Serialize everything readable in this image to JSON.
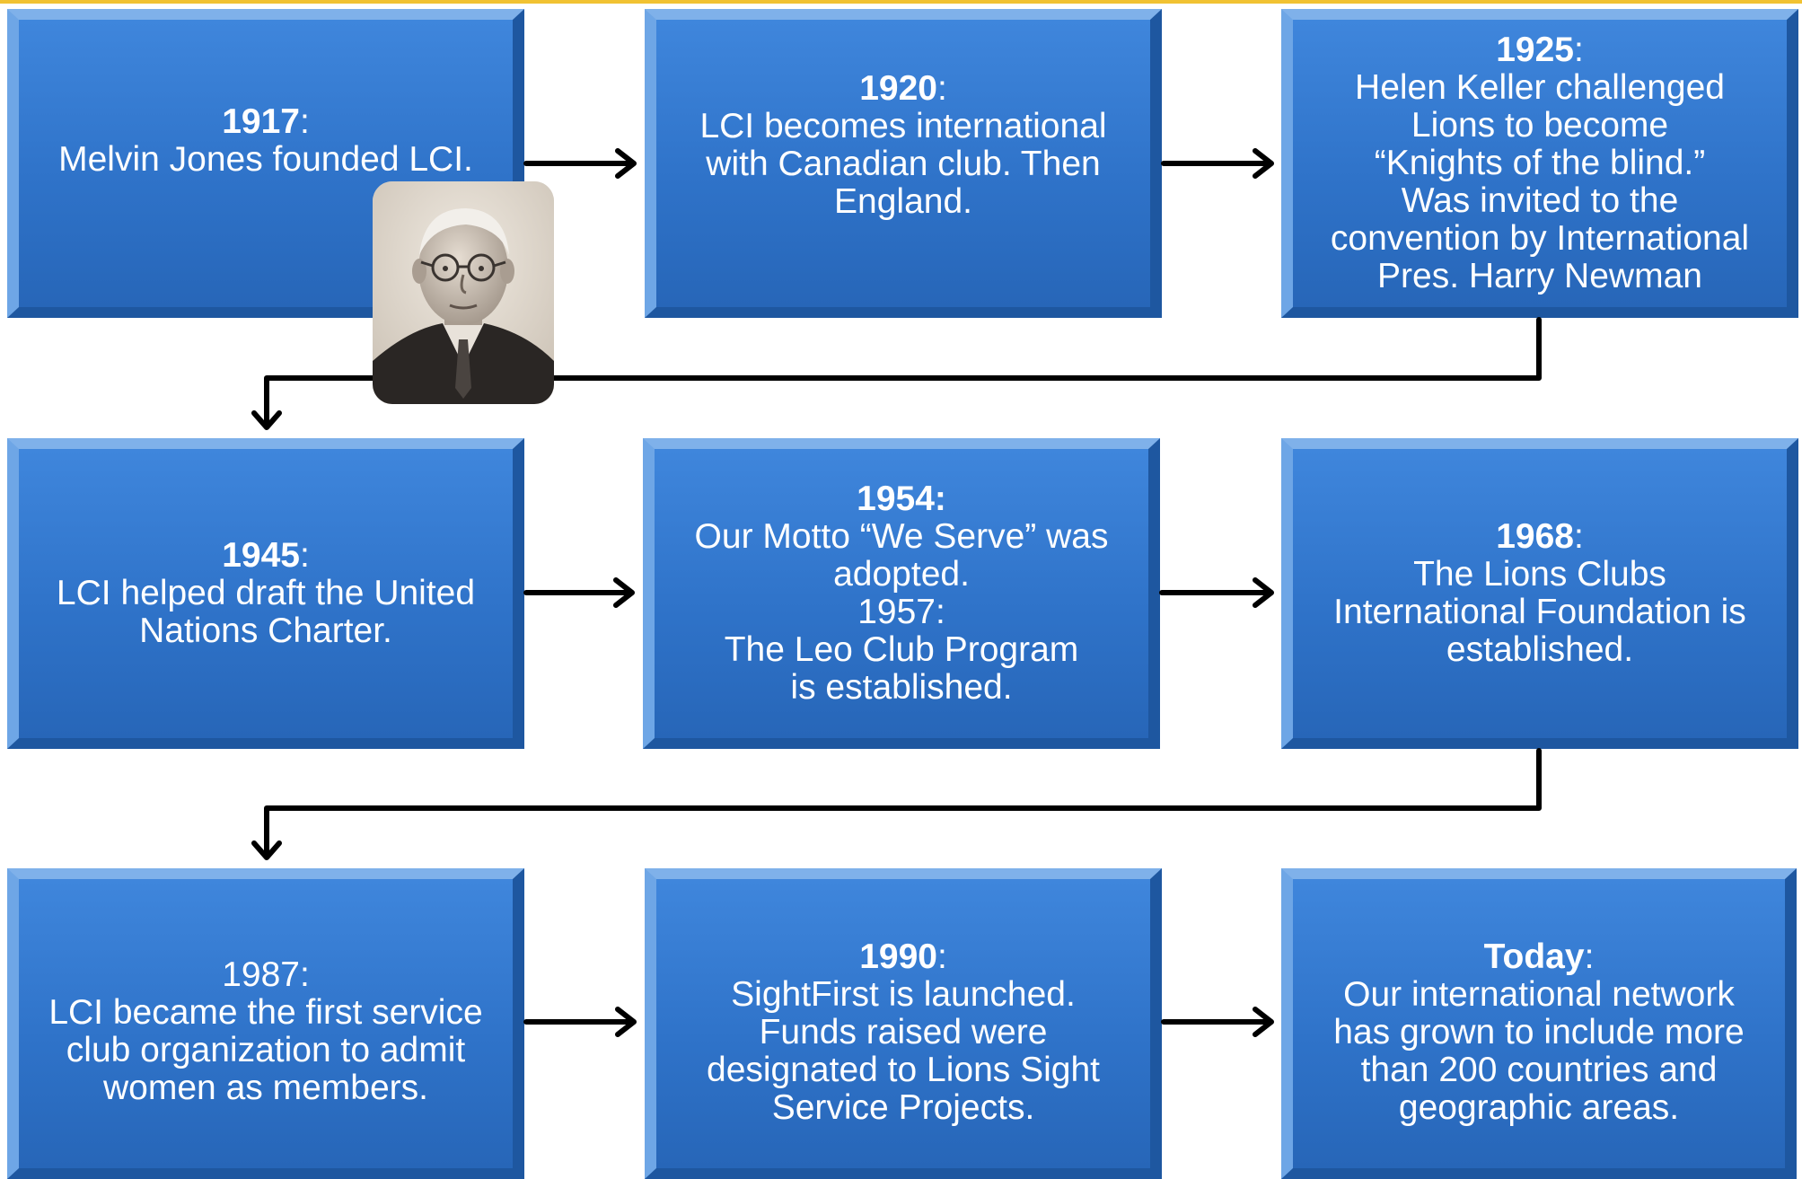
{
  "boxes": [
    {
      "year": "1917",
      "suffix": ":",
      "text": [
        "Melvin Jones founded LCI."
      ]
    },
    {
      "year": "1920",
      "suffix": ":",
      "text": [
        "LCI becomes international",
        "with Canadian club. Then",
        "England."
      ]
    },
    {
      "year": "1925",
      "suffix": ":",
      "text": [
        "Helen Keller challenged",
        "Lions to become",
        "“Knights of the blind.”",
        "Was invited to the",
        "convention by International",
        "Pres. Harry Newman"
      ]
    },
    {
      "year": "1945",
      "suffix": ":",
      "text": [
        "LCI helped draft the United",
        "Nations Charter."
      ]
    },
    {
      "year": "1954:",
      "suffix": "",
      "text": [
        "Our Motto “We Serve” was",
        "adopted.",
        "1957:",
        "The Leo Club Program",
        "is established."
      ]
    },
    {
      "year": "1968",
      "suffix": ":",
      "text": [
        "The Lions Clubs",
        "International Foundation is",
        "established."
      ]
    },
    {
      "year": "",
      "suffix": "",
      "text": [
        "1987:",
        "LCI became the first service",
        "club organization to admit",
        "women as members."
      ]
    },
    {
      "year": "1990",
      "suffix": ":",
      "text": [
        "SightFirst is launched.",
        "Funds raised were",
        "designated to Lions Sight",
        "Service Projects."
      ]
    },
    {
      "year": "Today",
      "suffix": ":",
      "text": [
        "Our international network",
        "has grown to include more",
        "than 200 countries and",
        "geographic areas."
      ]
    }
  ],
  "colors": {
    "box": "#2f73c9",
    "text": "#ffffff",
    "arrow": "#000000",
    "top_rule": "#f1c232"
  },
  "photo": {
    "icon": "portrait-photo-icon"
  }
}
